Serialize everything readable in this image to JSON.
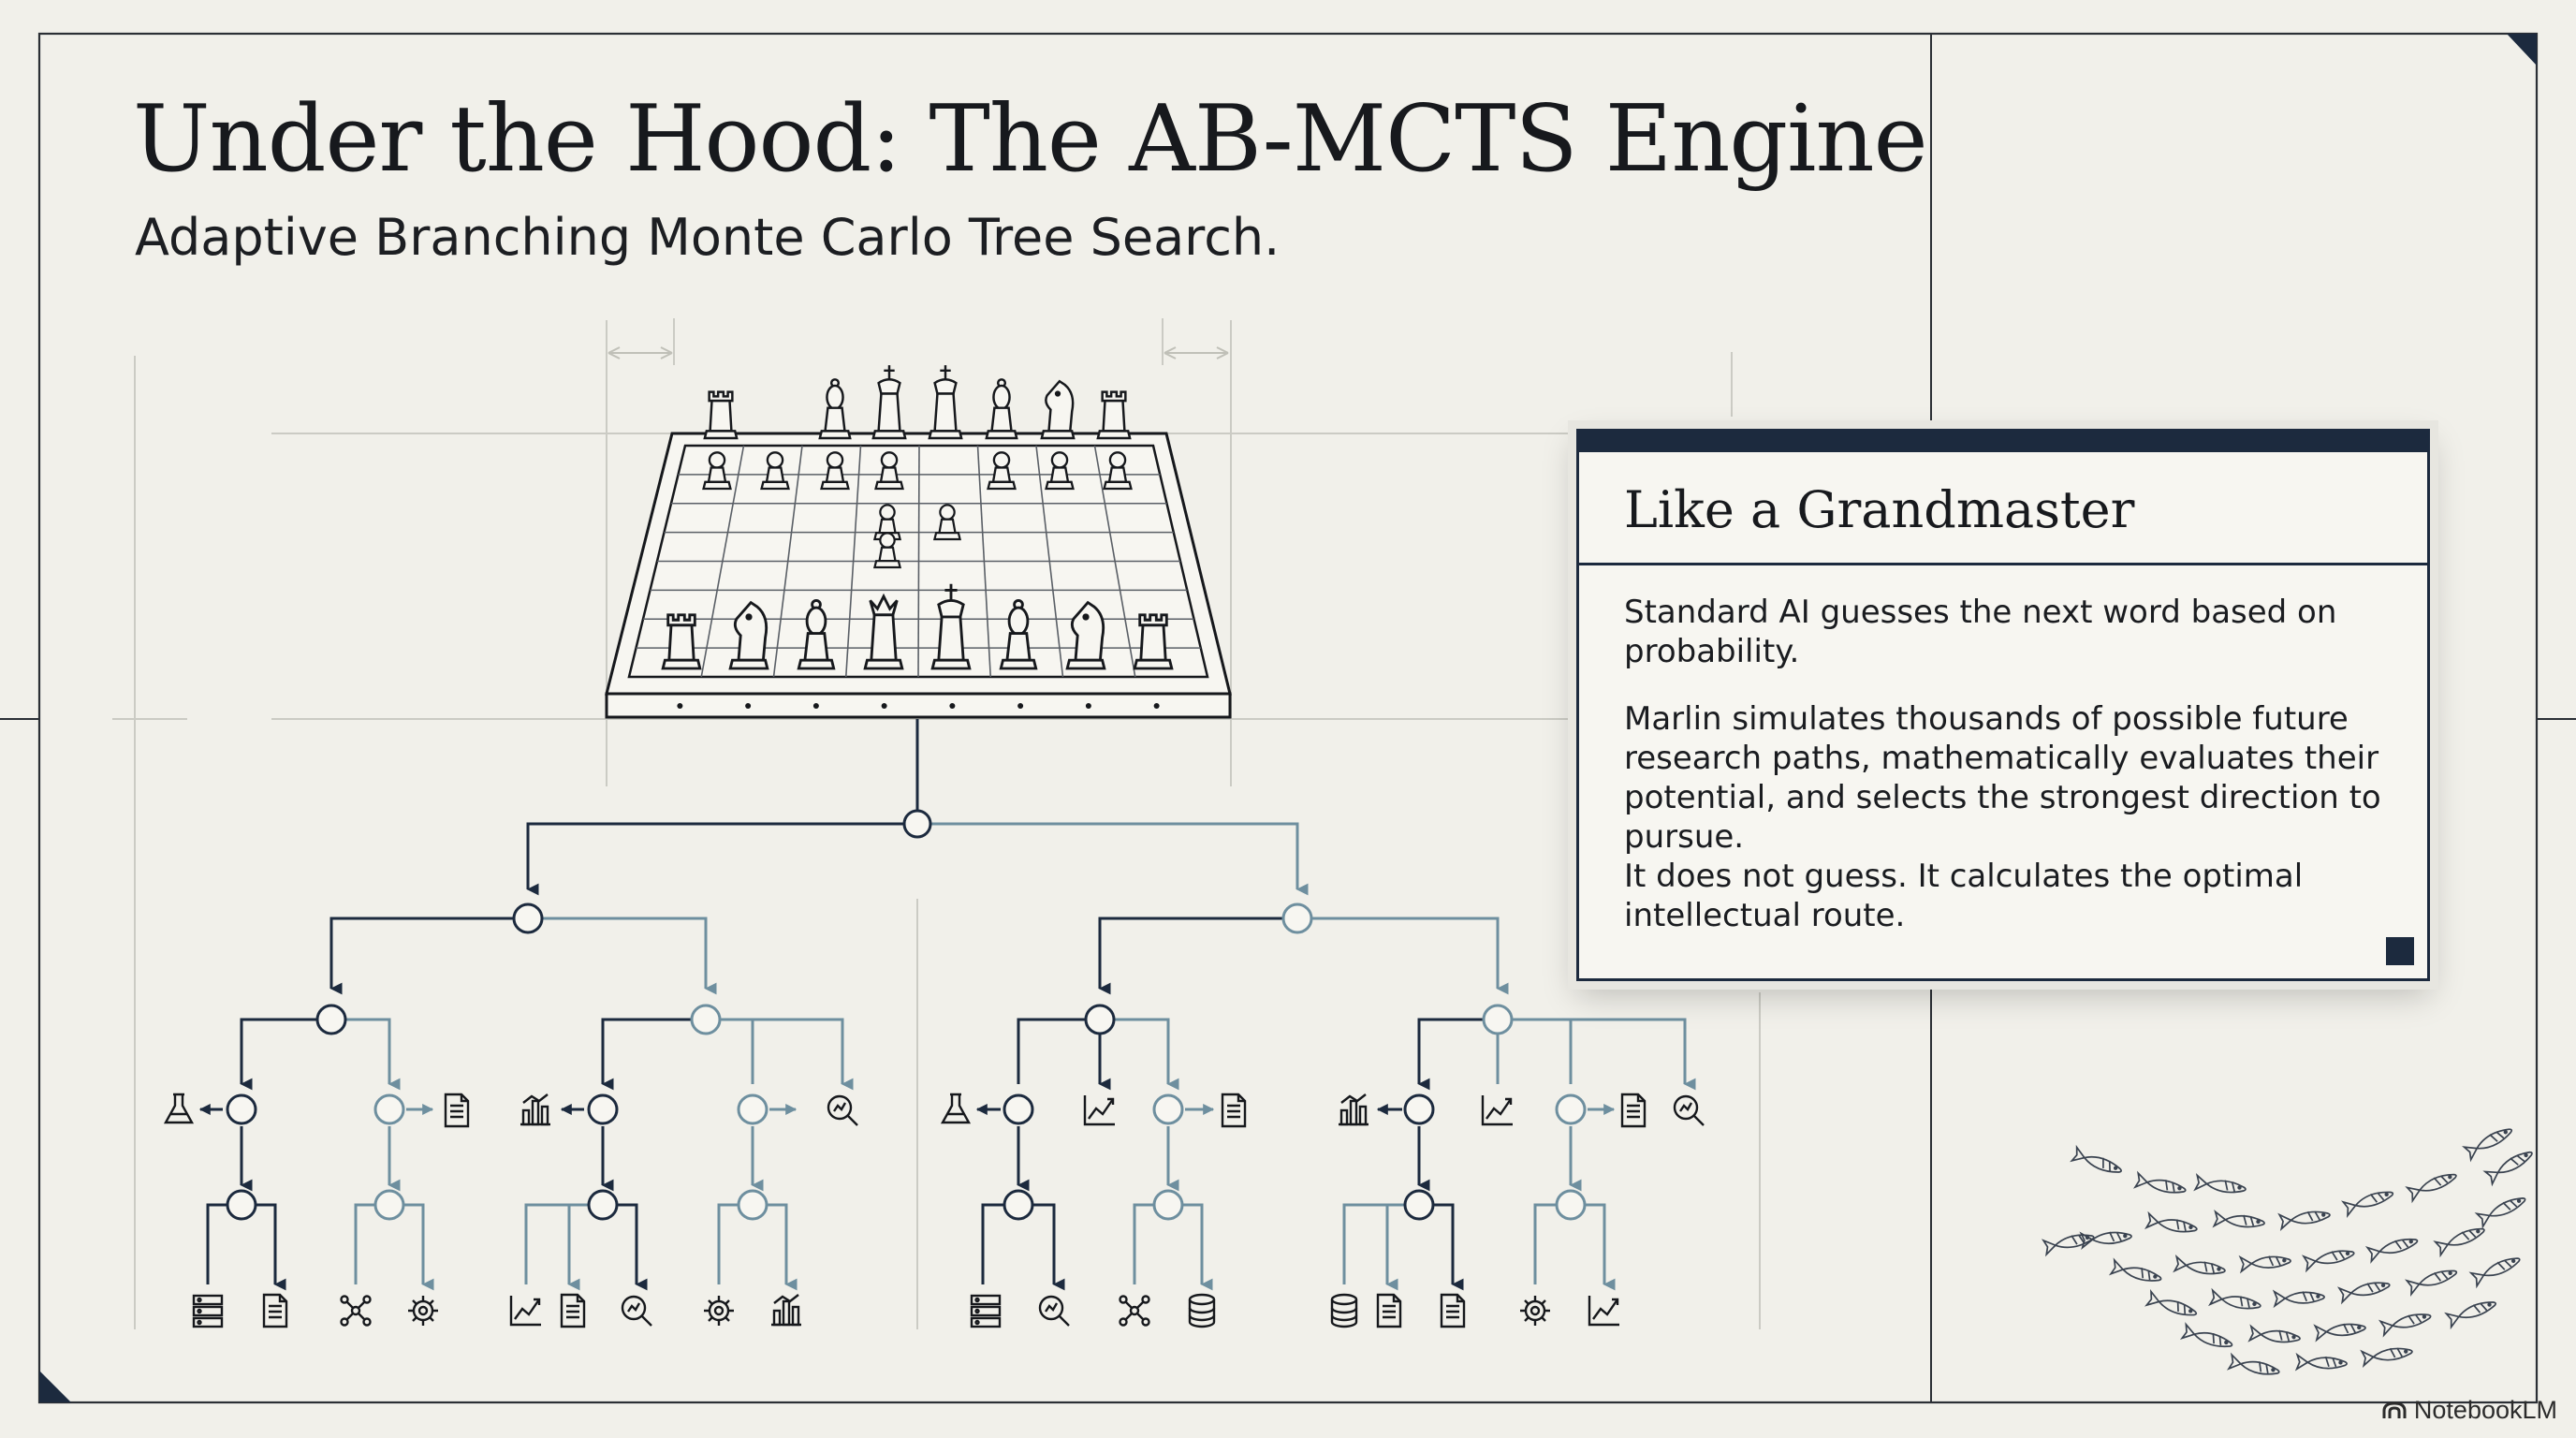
{
  "slide": {
    "title": "Under the Hood: The AB-MCTS Engine",
    "subtitle": "Adaptive Branching Monte Carlo Tree Search."
  },
  "card": {
    "title": "Like a Grandmaster",
    "paragraph_1": "Standard AI guesses the next word based on probability.",
    "paragraph_2": "Marlin simulates thousands of possible future research paths, mathematically evaluates their potential, and selects the strongest direction to pursue.",
    "paragraph_3": "It does not guess. It calculates the optimal intellectual route."
  },
  "brand": {
    "name": "NotebookLM",
    "icon": "notebooklm-logo-icon"
  },
  "colors": {
    "background": "#f1f0ea",
    "ink": "#16181c",
    "primary_branch": "#1c2a3e",
    "secondary_branch": "#6e8f9f",
    "guide_line": "#cbcbc4"
  },
  "chessboard": {
    "back_row": [
      "rook",
      "bishop",
      "king",
      "king",
      "bishop",
      "knight",
      "rook"
    ],
    "front_row": [
      "pawn",
      "pawn",
      "pawn",
      "pawn",
      "pawn",
      "pawn",
      "pawn"
    ],
    "center_pieces": [
      "pawn",
      "pawn",
      "pawn"
    ],
    "near_row_back": [
      "rook",
      "knight",
      "bishop",
      "queen",
      "king",
      "bishop",
      "knight",
      "rook"
    ]
  },
  "tree": {
    "leaf_icons_level3": [
      "flask-icon",
      "document-icon",
      "bar-chart-icon",
      "magnifier-icon",
      "flask-icon",
      "line-chart-icon",
      "document-icon",
      "bar-chart-icon",
      "line-chart-icon",
      "document-icon",
      "magnifier-icon"
    ],
    "leaf_icons_level5": [
      "server-icon",
      "document-icon",
      "network-icon",
      "gear-icon",
      "line-chart-icon",
      "document-icon",
      "magnifier-icon",
      "gear-icon",
      "bar-chart-icon",
      "server-icon",
      "magnifier-icon",
      "network-icon",
      "database-icon",
      "database-icon",
      "document-icon",
      "document-icon",
      "gear-icon",
      "line-chart-icon"
    ]
  },
  "decoration": {
    "fish_school": "fish-school-icon"
  }
}
